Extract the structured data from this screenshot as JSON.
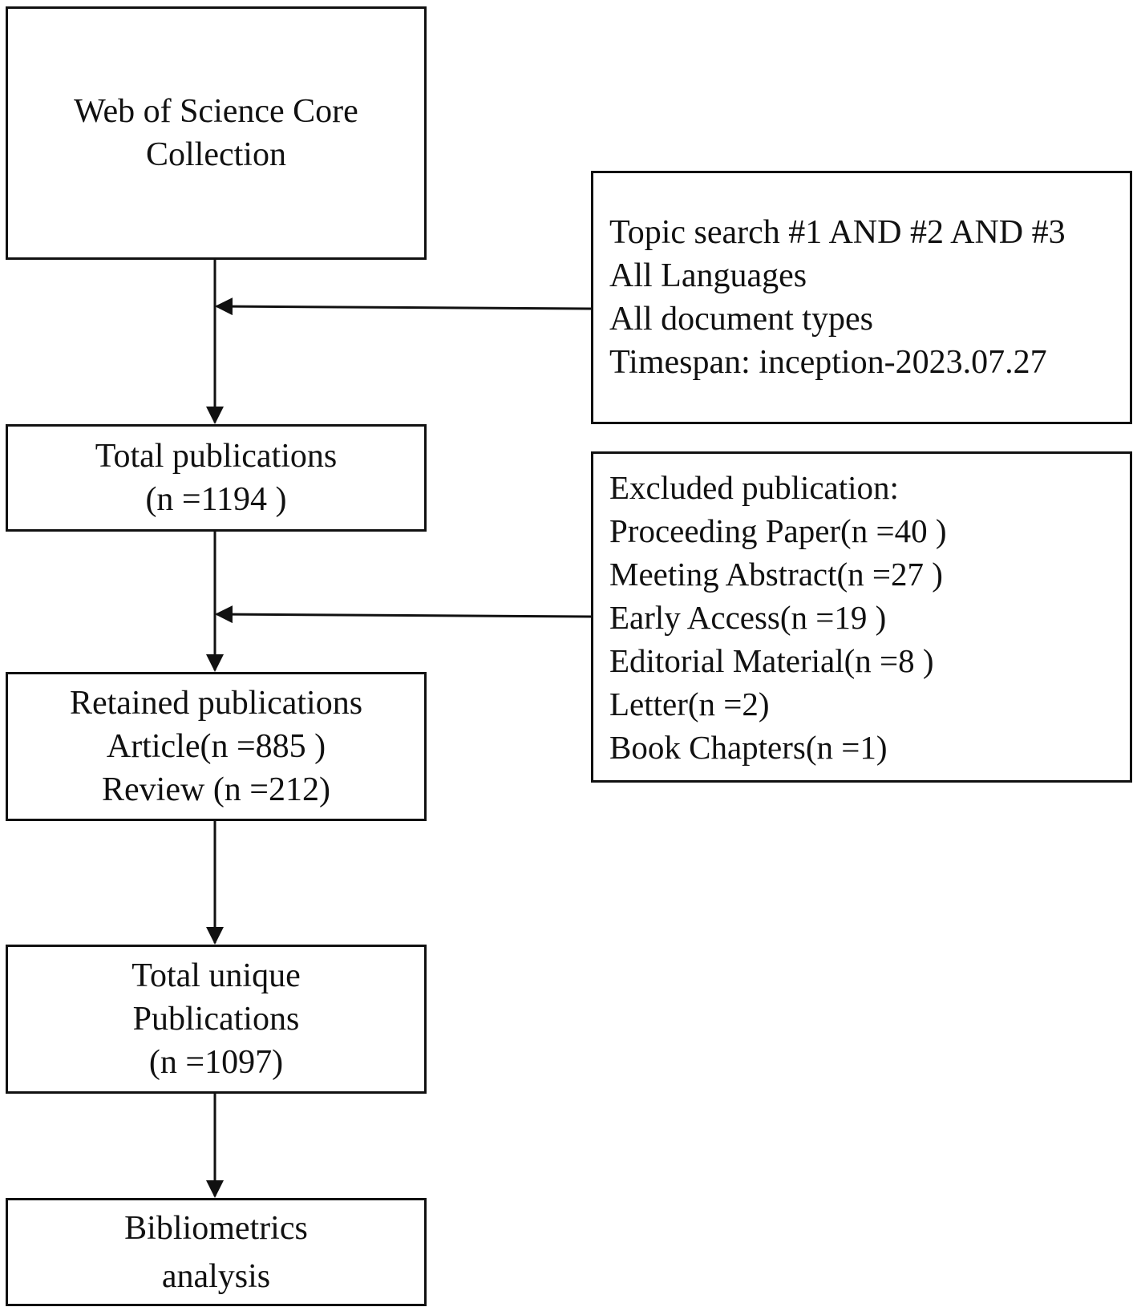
{
  "flow": {
    "source": {
      "lines": [
        "Web of Science Core",
        "Collection"
      ]
    },
    "search_criteria": {
      "lines": [
        "Topic search #1 AND #2 AND #3",
        "All Languages",
        "All document types",
        "Timespan: inception-2023.07.27"
      ]
    },
    "total": {
      "lines": [
        "Total publications",
        "(n =1194 )"
      ]
    },
    "excluded": {
      "lines": [
        "Excluded publication:",
        "Proceeding Paper(n =40 )",
        "Meeting Abstract(n =27 )",
        "Early Access(n =19 )",
        "Editorial Material(n =8 )",
        "Letter(n =2)",
        "Book Chapters(n =1)"
      ]
    },
    "retained": {
      "lines": [
        "Retained publications",
        "Article(n =885 )",
        "Review (n =212)"
      ]
    },
    "unique": {
      "lines": [
        "Total unique",
        "Publications",
        "(n =1097)"
      ]
    },
    "analysis": {
      "lines": [
        "Bibliometrics",
        "analysis"
      ]
    }
  },
  "colors": {
    "stroke": "#111111",
    "background": "#ffffff",
    "text": "#111111"
  }
}
